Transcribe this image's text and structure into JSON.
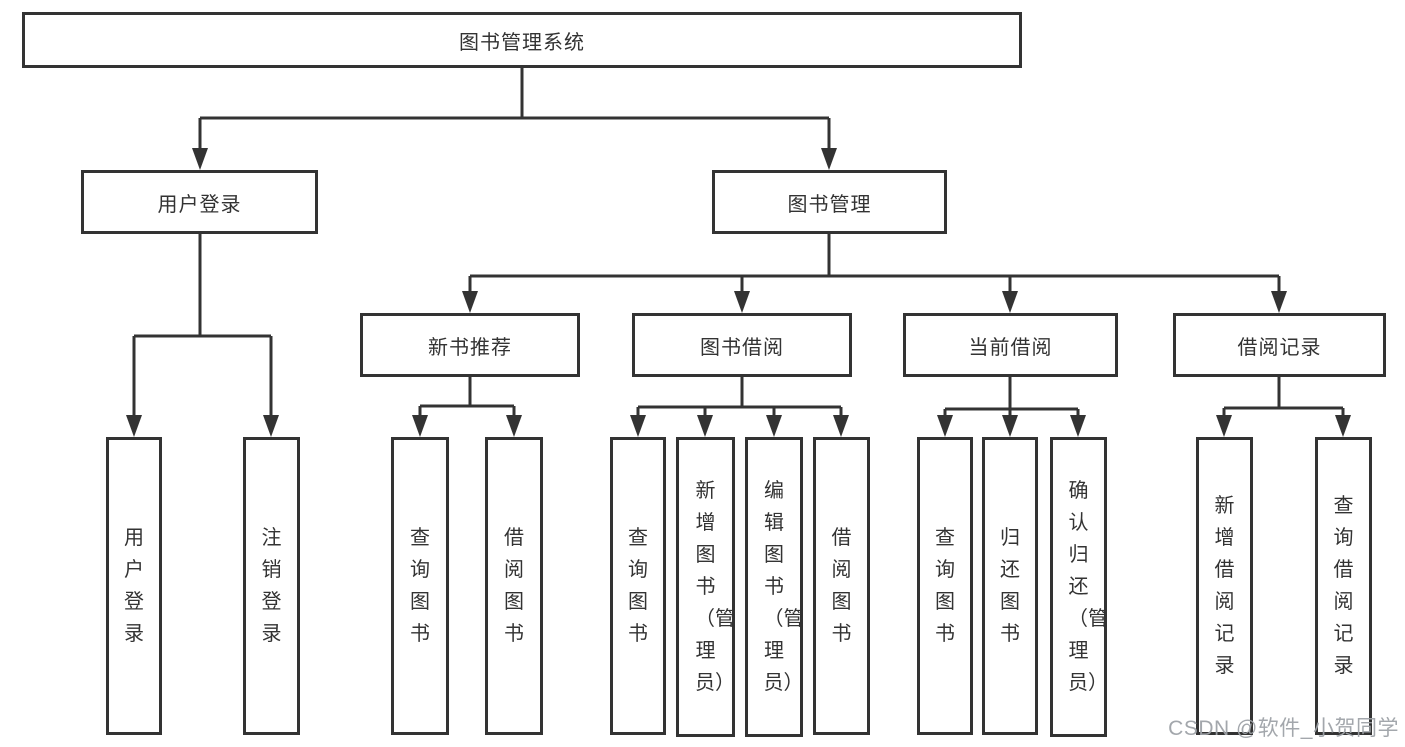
{
  "diagram": {
    "root": {
      "label": "图书管理系统"
    },
    "branches": [
      {
        "label": "用户登录",
        "children": [
          {
            "label": "用户登录"
          },
          {
            "label": "注销登录"
          }
        ]
      },
      {
        "label": "图书管理",
        "children": [
          {
            "label": "新书推荐",
            "children": [
              {
                "label": "查询图书"
              },
              {
                "label": "借阅图书"
              }
            ]
          },
          {
            "label": "图书借阅",
            "children": [
              {
                "label": "查询图书"
              },
              {
                "label": "新增图书（管理员）"
              },
              {
                "label": "编辑图书（管理员）"
              },
              {
                "label": "借阅图书"
              }
            ]
          },
          {
            "label": "当前借阅",
            "children": [
              {
                "label": "查询图书"
              },
              {
                "label": "归还图书"
              },
              {
                "label": "确认归还（管理员）"
              }
            ]
          },
          {
            "label": "借阅记录",
            "children": [
              {
                "label": "新增借阅记录"
              },
              {
                "label": "查询借阅记录"
              }
            ]
          }
        ]
      }
    ],
    "watermark": "CSDN @软件_小贺同学",
    "colors": {
      "line": "#333333",
      "text": "#333333",
      "watermark": "#9ea2a8",
      "background": "#ffffff"
    }
  }
}
